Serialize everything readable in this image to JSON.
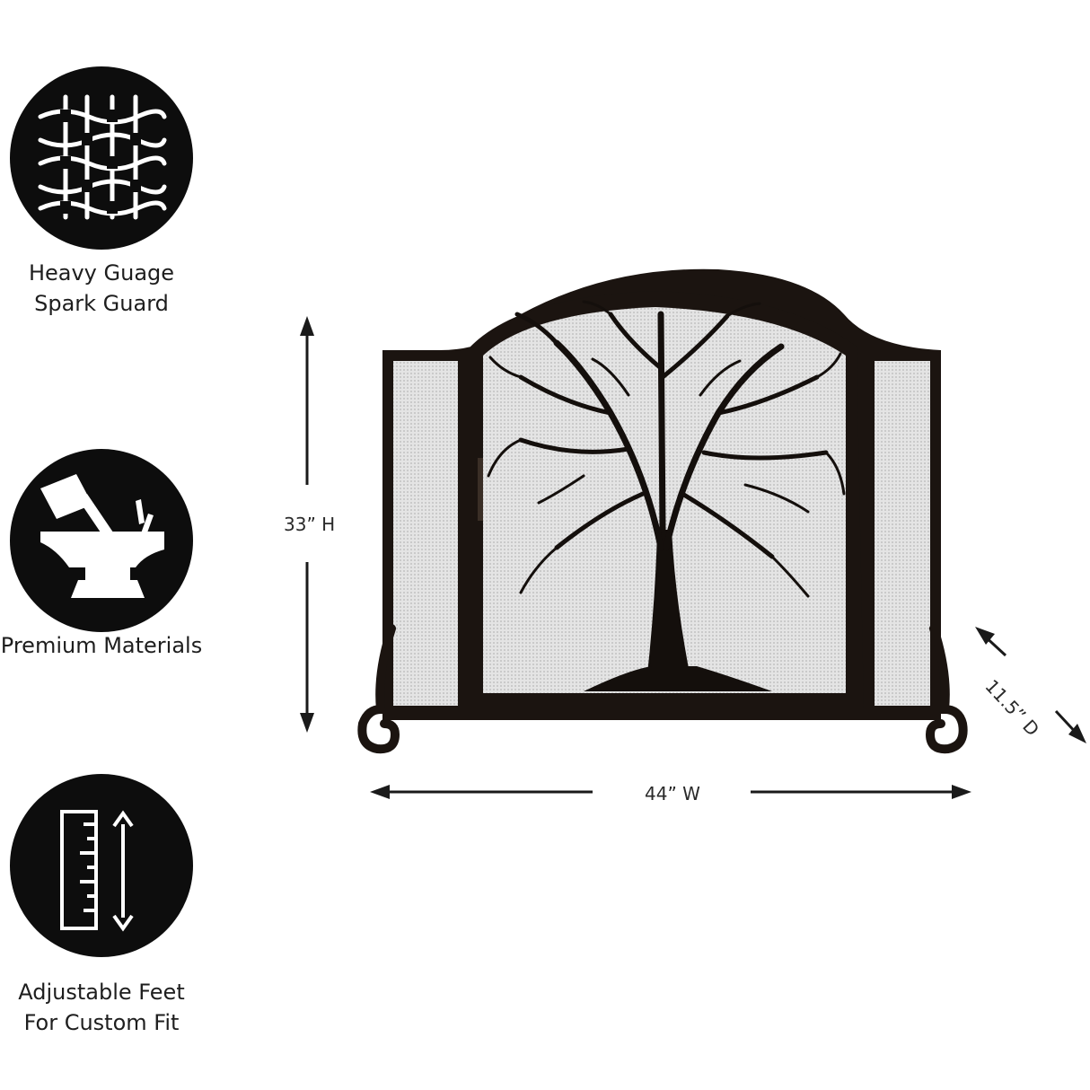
{
  "features": [
    {
      "icon": "woven-mesh-icon",
      "lines": [
        "Heavy Guage",
        "Spark Guard"
      ]
    },
    {
      "icon": "hammer-anvil-icon",
      "lines": [
        "Premium Materials"
      ]
    },
    {
      "icon": "ruler-adjust-icon",
      "lines": [
        "Adjustable Feet",
        "For Custom Fit"
      ]
    }
  ],
  "dimensions": {
    "height": "33” H",
    "width": "44” W",
    "depth": "11.5” D"
  },
  "product": {
    "name": "tree-of-life-fireplace-screen"
  },
  "colors": {
    "badge": "#0d0d0d",
    "frame": "#1b1410",
    "mesh": "#d8d8d8",
    "tree": "#140f0c"
  }
}
